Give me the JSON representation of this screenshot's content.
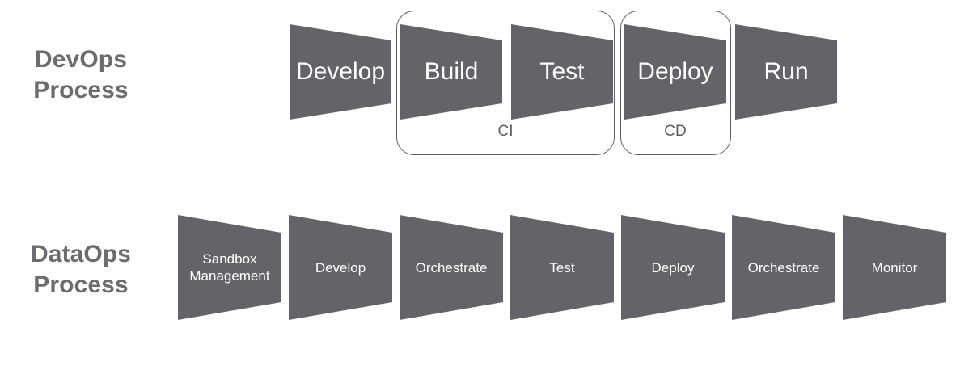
{
  "diagram": {
    "background_color": "#ffffff",
    "shape_fill_color": "#636468",
    "shape_text_color": "#ffffff",
    "row_label_color": "#6b6c6f",
    "group_border_color": "#5f6062",
    "group_caption_color": "#5a5b5e"
  },
  "rows": [
    {
      "id": "devops",
      "label": "DevOps\nProcess",
      "stages": [
        {
          "label": "Develop"
        },
        {
          "label": "Build"
        },
        {
          "label": "Test"
        },
        {
          "label": "Deploy"
        },
        {
          "label": "Run"
        }
      ],
      "groups": [
        {
          "caption": "CI"
        },
        {
          "caption": "CD"
        }
      ]
    },
    {
      "id": "dataops",
      "label": "DataOps\nProcess",
      "stages": [
        {
          "label": "Sandbox\nManagement"
        },
        {
          "label": "Develop"
        },
        {
          "label": "Orchestrate"
        },
        {
          "label": "Test"
        },
        {
          "label": "Deploy"
        },
        {
          "label": "Orchestrate"
        },
        {
          "label": "Monitor"
        }
      ],
      "groups": []
    }
  ]
}
